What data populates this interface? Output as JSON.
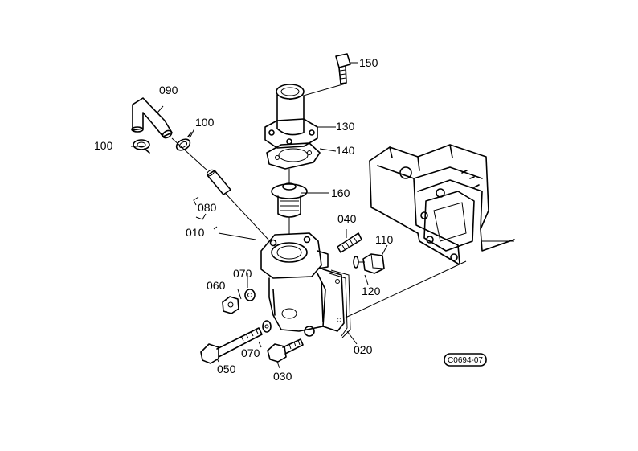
{
  "diagram": {
    "code": "C0694-07",
    "parts": {
      "p010": "010",
      "p020": "020",
      "p030": "030",
      "p040": "040",
      "p050": "050",
      "p060": "060",
      "p070a": "070",
      "p070b": "070",
      "p080": "080",
      "p090": "090",
      "p100a": "100",
      "p100b": "100",
      "p110": "110",
      "p120": "120",
      "p130": "130",
      "p140": "140",
      "p150": "150",
      "p160": "160"
    }
  }
}
